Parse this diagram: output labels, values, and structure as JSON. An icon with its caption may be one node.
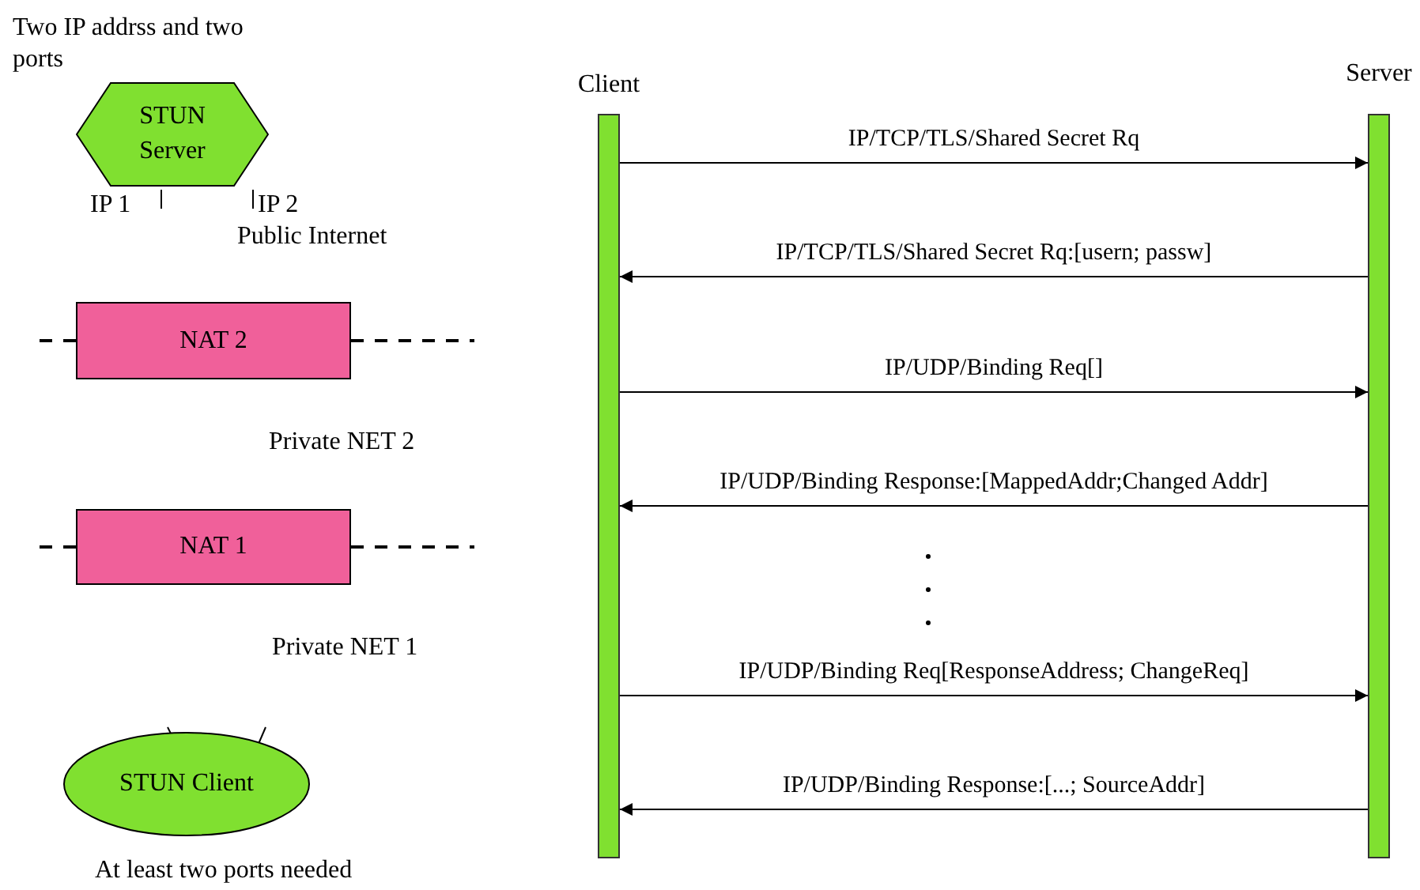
{
  "diagram": {
    "nodes": [
      {
        "text": [
          "STUN Server"
        ],
        "beside": [
          "Two IP addrss and two ports"
        ]
      },
      {
        "text": [
          "NAT 2"
        ]
      },
      {
        "text": [
          "NAT 1"
        ]
      },
      {
        "text": [
          "STUN Client"
        ],
        "beside": [
          "At least two ports needed"
        ]
      },
      {
        "text": [
          "Client"
        ]
      },
      {
        "text": [
          "Server"
        ]
      }
    ],
    "edges": [
      {
        "from": 4,
        "to": 5,
        "arrow": "to",
        "label": "IP/TCP/TLS/Shared Secret Rq"
      },
      {
        "from": 5,
        "to": 4,
        "arrow": "to",
        "label": "IP/TCP/TLS/Shared Secret Rq:[usern; passw]"
      },
      {
        "from": 4,
        "to": 5,
        "arrow": "to",
        "label": "IP/UDP/Binding Req[]"
      },
      {
        "from": 5,
        "to": 4,
        "arrow": "to",
        "label": "IP/UDP/Binding Response:[MappedAddr;Changed Addr]"
      },
      {
        "from": 4,
        "to": 5,
        "arrow": "to",
        "label": "IP/UDP/Binding Req[ResponseAddress; ChangeReq]"
      },
      {
        "from": 5,
        "to": 4,
        "arrow": "to",
        "label": "IP/UDP/Binding Response:[...; SourceAddr]"
      }
    ],
    "labels": [
      "IP 1",
      "IP 2",
      "Public Internet",
      "Private NET 2",
      "Private NET 1"
    ]
  }
}
